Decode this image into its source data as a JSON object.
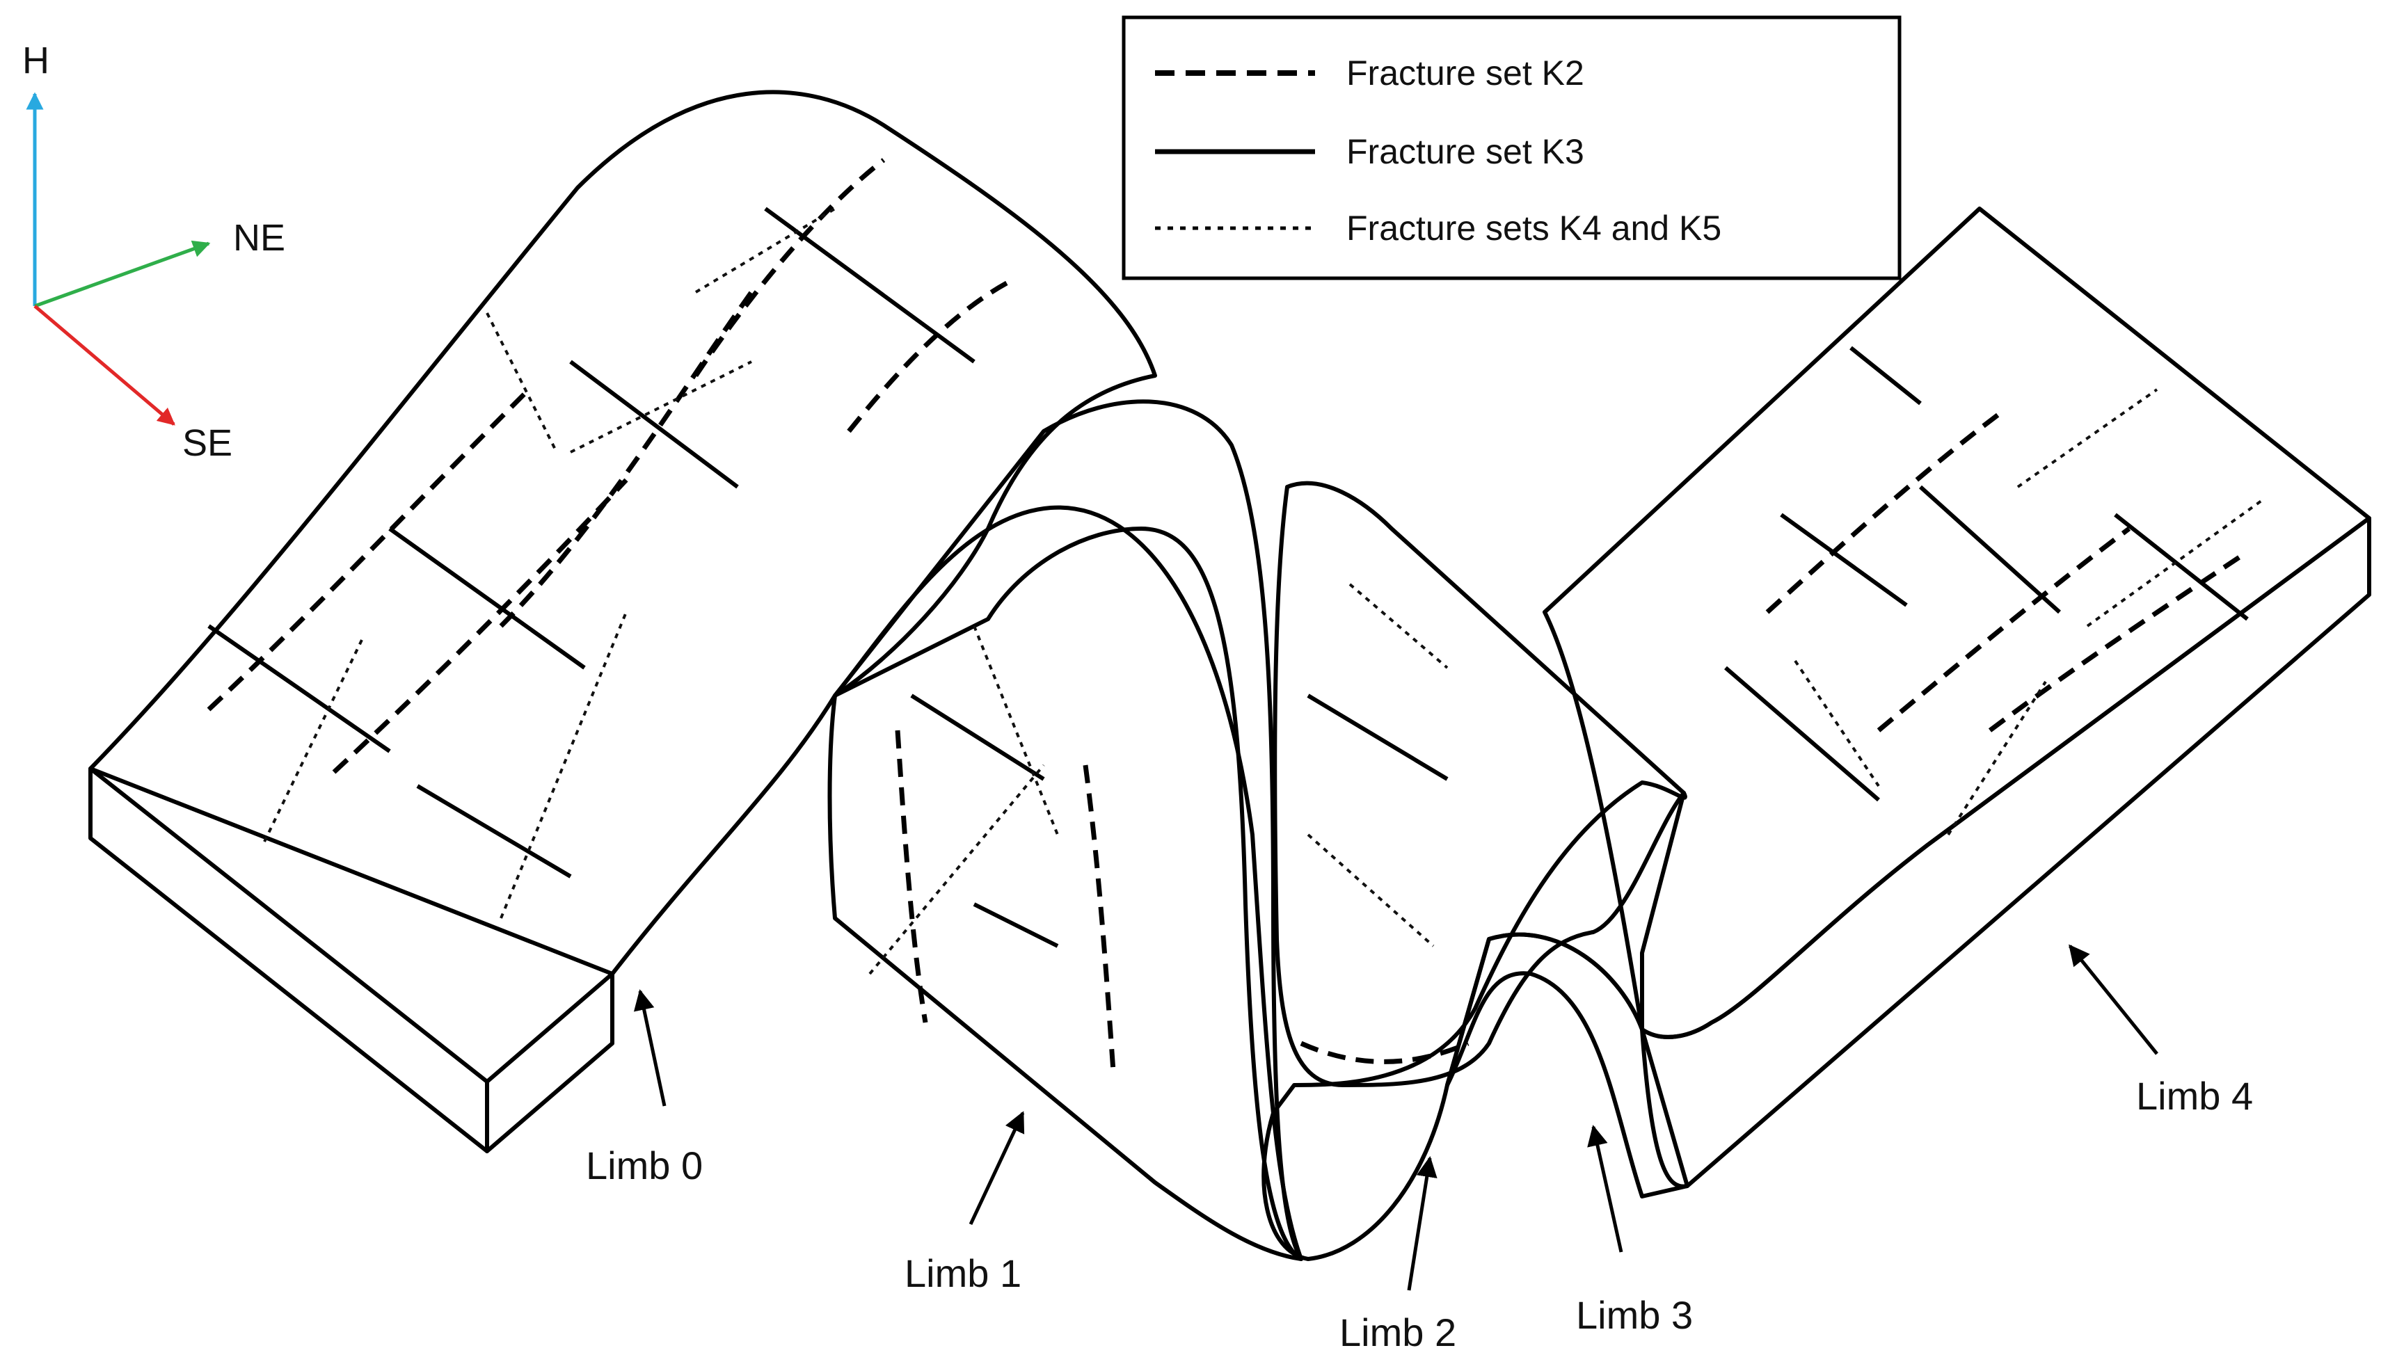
{
  "axes": {
    "vertical_label": "H",
    "northeast_label": "NE",
    "southeast_label": "SE",
    "colors": {
      "vertical": "#29a9e0",
      "northeast": "#2fae4a",
      "southeast": "#e22828"
    }
  },
  "legend": {
    "items": [
      {
        "label": "Fracture set K2",
        "line_style": "dashed"
      },
      {
        "label": "Fracture set K3",
        "line_style": "solid"
      },
      {
        "label": "Fracture sets K4 and K5",
        "line_style": "dotted"
      }
    ]
  },
  "limbs": [
    {
      "label": "Limb 0"
    },
    {
      "label": "Limb 1"
    },
    {
      "label": "Limb 2"
    },
    {
      "label": "Limb 3"
    },
    {
      "label": "Limb 4"
    }
  ]
}
